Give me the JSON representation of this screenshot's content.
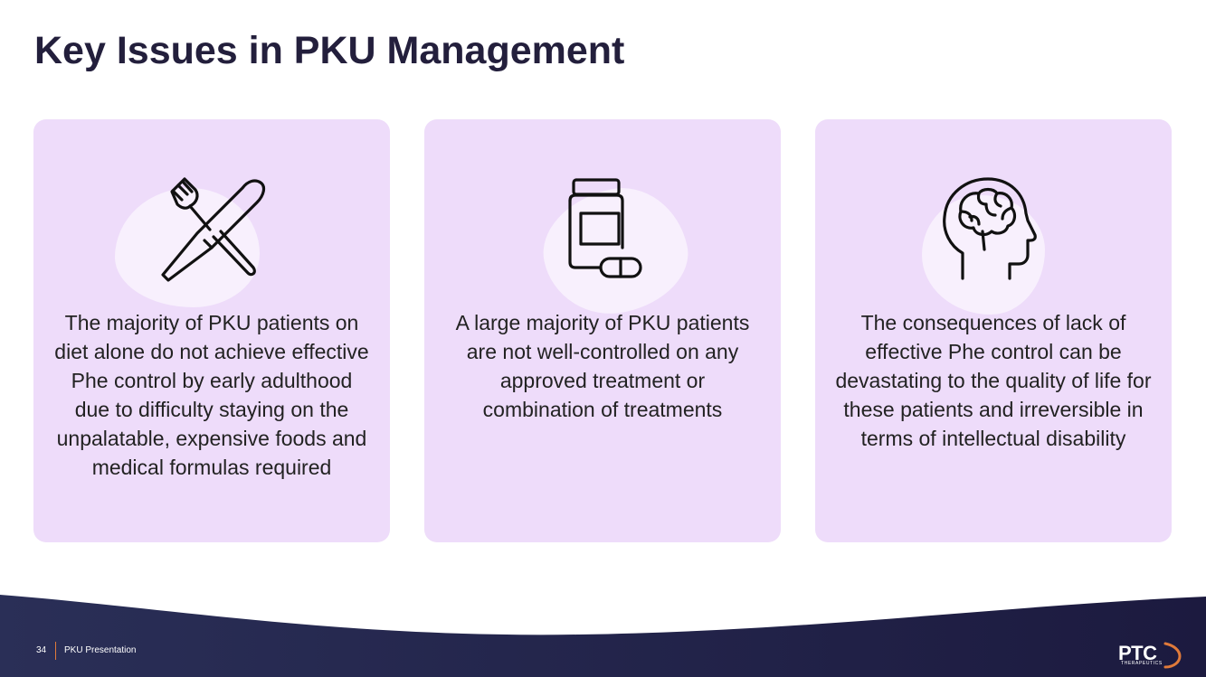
{
  "title": "Key Issues in PKU Management",
  "cards": [
    {
      "icon": "fork-knife-crossed-icon",
      "text": "The majority of PKU patients on diet alone do not achieve effective Phe control by early adulthood due to difficulty staying on the unpalatable, expensive foods and medical formulas required"
    },
    {
      "icon": "medicine-bottle-pill-icon",
      "text": "A large majority of PKU patients are not well-controlled on any approved treatment or combination of treatments"
    },
    {
      "icon": "head-brain-icon",
      "text": "The consequences of lack of effective Phe control can be devastating to the quality of life for these patients and irreversible in terms of intellectual disability"
    }
  ],
  "footer": {
    "page_number": "34",
    "presentation_name": "PKU Presentation",
    "logo_text": "PTC",
    "logo_subtext": "THERAPEUTICS"
  },
  "colors": {
    "title": "#231f3c",
    "card_background": "#eedcfa",
    "footer_navy": "#1f1d42",
    "accent_orange": "#e07a3a"
  }
}
